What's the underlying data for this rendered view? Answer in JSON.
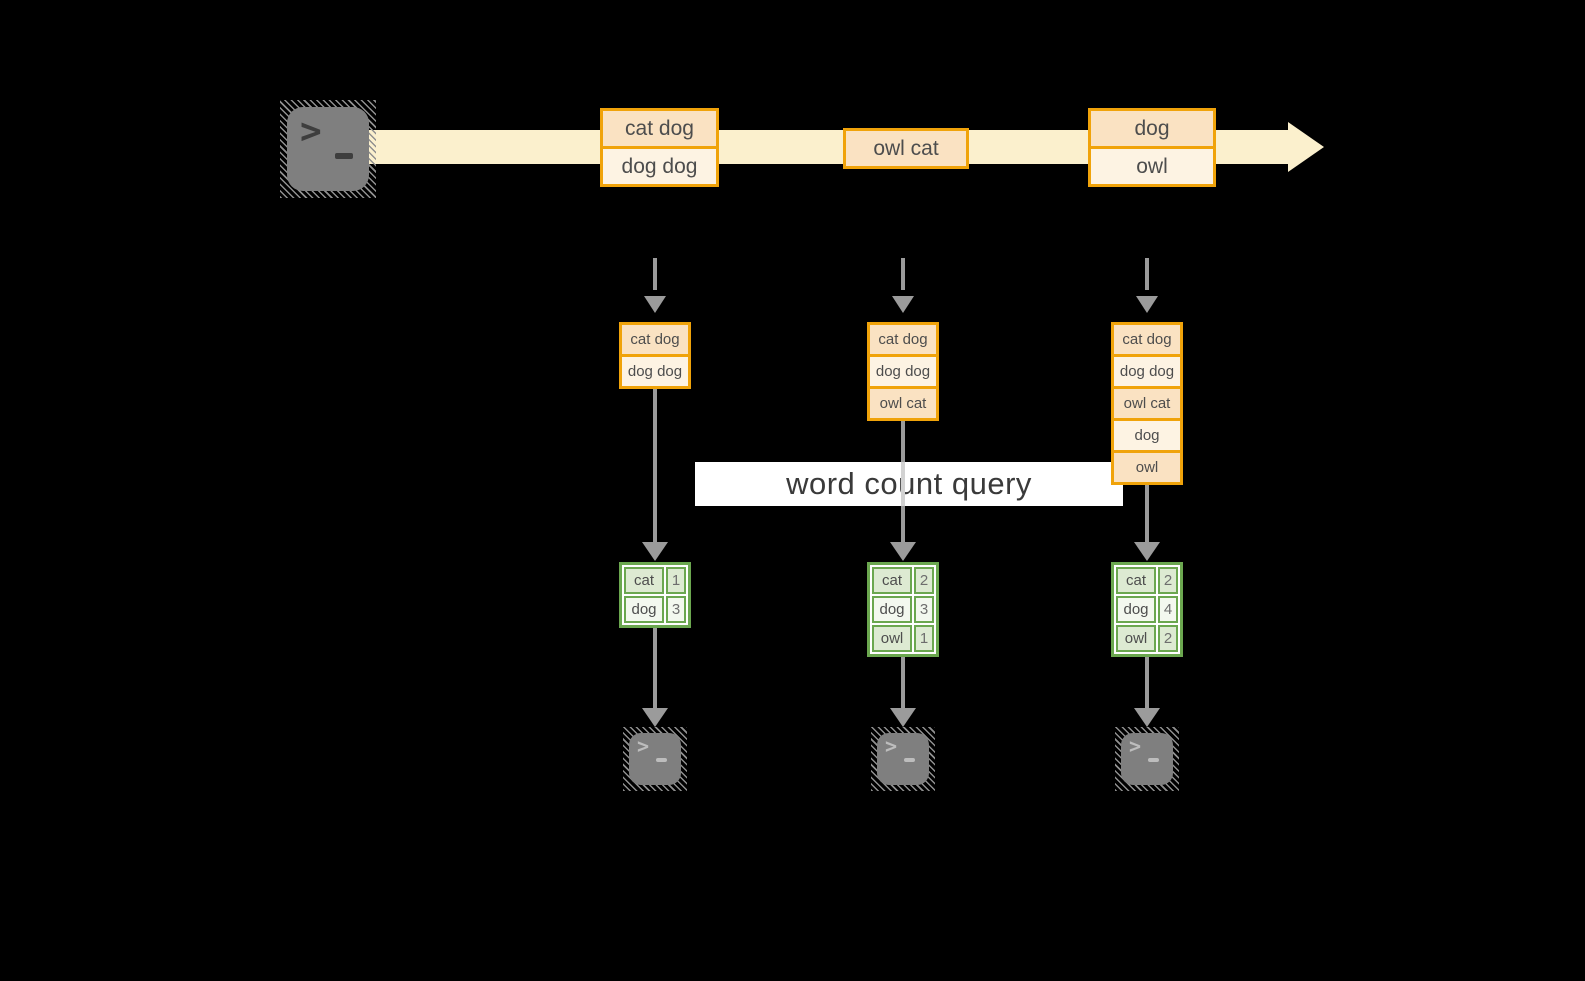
{
  "query": {
    "label": "word count query"
  },
  "icons": {
    "terminal_prompt": ">"
  },
  "stream": {
    "events": [
      {
        "lines": [
          "cat dog",
          "dog dog"
        ]
      },
      {
        "lines": [
          "owl cat"
        ]
      },
      {
        "lines": [
          "dog",
          "owl"
        ]
      }
    ]
  },
  "columns": [
    {
      "buffer": [
        "cat dog",
        "dog dog"
      ],
      "counts": [
        {
          "word": "cat",
          "count": "1"
        },
        {
          "word": "dog",
          "count": "3"
        }
      ]
    },
    {
      "buffer": [
        "cat dog",
        "dog dog",
        "owl cat"
      ],
      "counts": [
        {
          "word": "cat",
          "count": "2"
        },
        {
          "word": "dog",
          "count": "3"
        },
        {
          "word": "owl",
          "count": "1"
        }
      ]
    },
    {
      "buffer": [
        "cat dog",
        "dog dog",
        "owl cat",
        "dog",
        "owl"
      ],
      "counts": [
        {
          "word": "cat",
          "count": "2"
        },
        {
          "word": "dog",
          "count": "4"
        },
        {
          "word": "owl",
          "count": "2"
        }
      ]
    }
  ],
  "colors": {
    "background": "#000000",
    "stream_band": "#FBF0CD",
    "box_border": "#F0A30A",
    "box_fill_dark": "#FAE2C2",
    "box_fill_light": "#FDF3E3",
    "table_border": "#6BA74F",
    "table_fill_green": "#DDEAD2",
    "table_fill_white": "#F3F8EF",
    "arrow_gray": "#9B9B9B",
    "terminal_gray": "#7F7F7F"
  }
}
